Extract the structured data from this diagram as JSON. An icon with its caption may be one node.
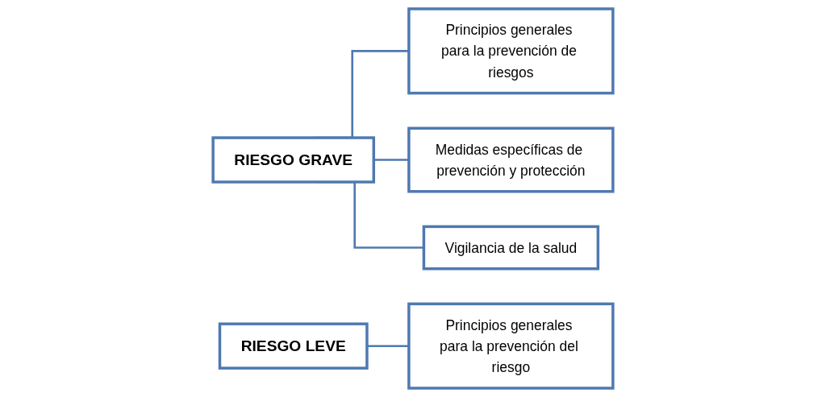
{
  "diagram": {
    "nodes": [
      {
        "text": [
          "RIESGO GRAVE"
        ]
      },
      {
        "text": [
          "Principios generales para la prevención de riesgos"
        ]
      },
      {
        "text": [
          "Medidas específicas de prevención y protección"
        ]
      },
      {
        "text": [
          "Vigilancia de la salud"
        ]
      },
      {
        "text": [
          "RIESGO LEVE"
        ]
      },
      {
        "text": [
          "Principios generales para la prevención del riesgo"
        ]
      }
    ],
    "edges": [
      {
        "from": 0,
        "to": 1,
        "arrow": "none"
      },
      {
        "from": 0,
        "to": 2,
        "arrow": "none"
      },
      {
        "from": 0,
        "to": 3,
        "arrow": "none"
      },
      {
        "from": 4,
        "to": 5,
        "arrow": "none"
      }
    ]
  }
}
